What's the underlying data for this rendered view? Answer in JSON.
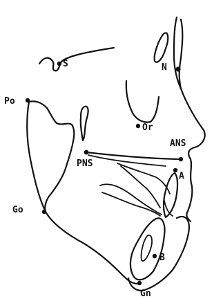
{
  "diagram": {
    "landmarks": [
      {
        "id": "S",
        "label": "S"
      },
      {
        "id": "N",
        "label": "N"
      },
      {
        "id": "Po",
        "label": "Po"
      },
      {
        "id": "Or",
        "label": "Or"
      },
      {
        "id": "ANS",
        "label": "ANS"
      },
      {
        "id": "PNS",
        "label": "PNS"
      },
      {
        "id": "A",
        "label": "A"
      },
      {
        "id": "Go",
        "label": "Go"
      },
      {
        "id": "B",
        "label": "B"
      },
      {
        "id": "Gn",
        "label": "Gn"
      }
    ]
  }
}
